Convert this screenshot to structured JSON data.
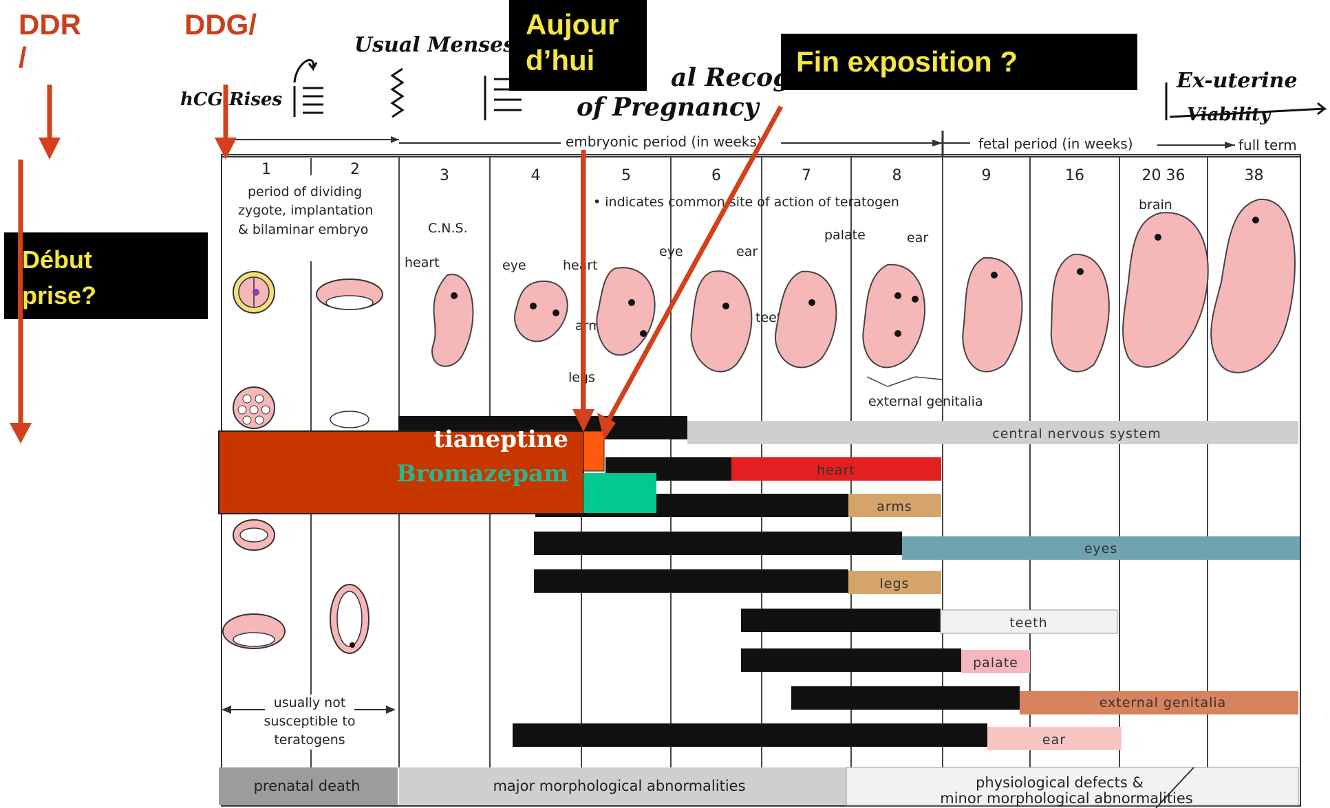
{
  "annotations": {
    "ddr": "DDR\n/",
    "ddg": "DDG/",
    "aujourdhui": "Aujour\nd’hui",
    "fin_exposition": "Fin exposition ?",
    "debut_prise": "Début\nprise?",
    "tianeptine": "tianeptine",
    "bromazepam": "Bromazepam"
  },
  "handwritten": {
    "usual_menses": "Usual Menses",
    "hcg_rises": "hCG Rises",
    "recognition": "al Recogni",
    "of_pregnancy": "of Pregnancy",
    "ex_uterine": "Ex-uterine",
    "viability": "Viability"
  },
  "periods": {
    "embryonic": "embryonic period (in weeks)",
    "fetal": "fetal period (in weeks)",
    "full_term": "full term"
  },
  "weeks": [
    "1",
    "2",
    "3",
    "4",
    "5",
    "6",
    "7",
    "8",
    "9",
    "16",
    "20 36",
    "38"
  ],
  "texts": {
    "period_dividing": "period of dividing",
    "zygote": "zygote, implantation",
    "bilaminar": "& bilaminar embryo",
    "indicates": "• indicates common site of action of teratogen",
    "cns": "C.N.S.",
    "heart": "heart",
    "eye": "eye",
    "arms": "arms",
    "legs": "legs",
    "teeth": "teeth",
    "palate": "palate",
    "ear": "ear",
    "brain": "brain",
    "external_genitalia": "external genitalia",
    "usually_not": "usually not",
    "susceptible": "susceptible to",
    "teratogens": "teratogens"
  },
  "organ_bars": [
    {
      "name": "central nervous system",
      "color": "#cfcfcf"
    },
    {
      "name": "heart",
      "color": "#e32020"
    },
    {
      "name": "arms",
      "color": "#d4a46a"
    },
    {
      "name": "eyes",
      "color": "#6fa3b0"
    },
    {
      "name": "legs",
      "color": "#d4a46a"
    },
    {
      "name": "teeth",
      "color": "#f2f2f2"
    },
    {
      "name": "palate",
      "color": "#f6b6bf"
    },
    {
      "name": "external genitalia",
      "color": "#d9825e"
    },
    {
      "name": "ear",
      "color": "#f8c6c2"
    }
  ],
  "bottom_bar": {
    "prenatal_death": "prenatal death",
    "major": "major morphological abnormalities",
    "physiological": "physiological defects &",
    "minor": "minor morphological abnormalities"
  },
  "colors": {
    "arrow": "#d2401c",
    "exposure_box": "#c83600",
    "tianeptine_box": "#ff5a10",
    "bromazepam_box": "#00c890",
    "bromazepam_text": "#2bb58c",
    "embryo": "#f6b7b9",
    "callout_bg": "#000000",
    "callout_text": "#f5e642"
  }
}
